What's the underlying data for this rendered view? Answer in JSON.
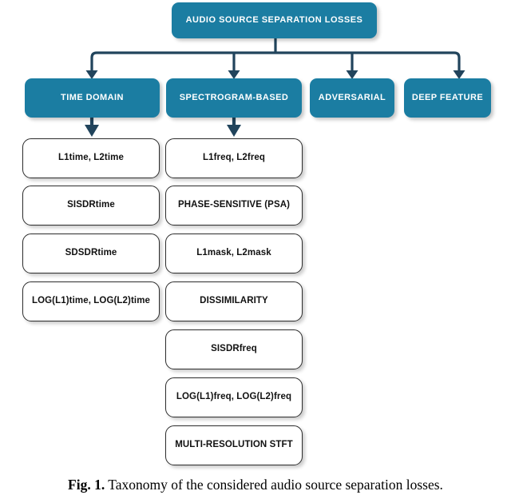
{
  "figure": {
    "caption_number": "Fig. 1.",
    "caption_text": "Taxonomy of the considered audio source separation losses.",
    "colors": {
      "node_fill": "#1b7da2",
      "node_text": "#ffffff",
      "leaf_fill": "#ffffff",
      "leaf_border": "#2c2c2c",
      "connector": "#21445c",
      "background": "#ffffff"
    }
  },
  "diagram": {
    "type": "taxonomy-tree",
    "root": {
      "label": "AUDIO SOURCE SEPARATION LOSSES"
    },
    "categories": [
      {
        "label": "TIME DOMAIN"
      },
      {
        "label": "SPECTROGRAM-BASED"
      },
      {
        "label": "ADVERSARIAL"
      },
      {
        "label": "DEEP FEATURE"
      }
    ],
    "leaves": {
      "time_domain": [
        {
          "label": "L1time, L2time"
        },
        {
          "label": "SISDRtime"
        },
        {
          "label": "SDSDRtime"
        },
        {
          "label": "LOG(L1)time, LOG(L2)time"
        }
      ],
      "spectrogram_based": [
        {
          "label": "L1freq, L2freq"
        },
        {
          "label": "PHASE-SENSITIVE (PSA)"
        },
        {
          "label": "L1mask, L2mask"
        },
        {
          "label": "DISSIMILARITY"
        },
        {
          "label": "SISDRfreq"
        },
        {
          "label": "LOG(L1)freq, LOG(L2)freq"
        },
        {
          "label": "MULTI-RESOLUTION STFT"
        }
      ],
      "adversarial": [],
      "deep_feature": []
    }
  }
}
